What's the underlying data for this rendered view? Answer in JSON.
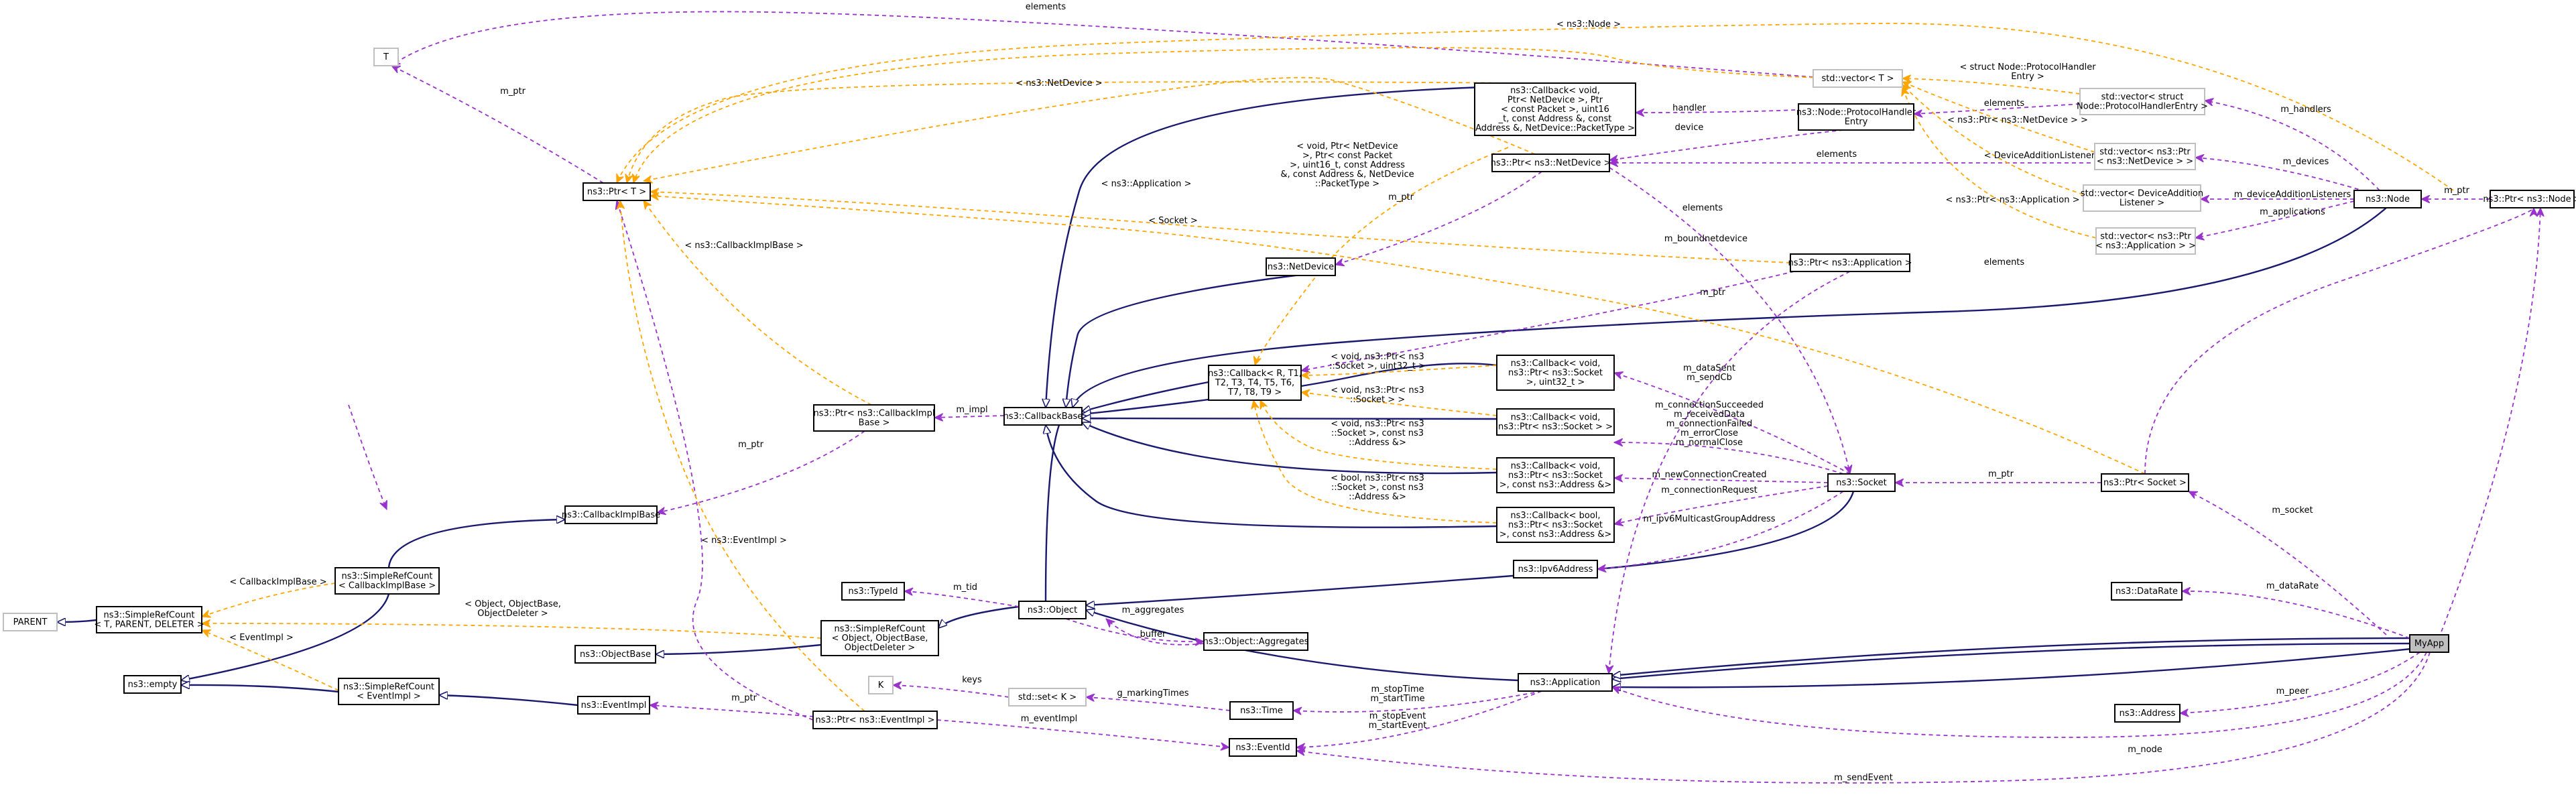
{
  "diagram": {
    "nodes": [
      {
        "id": "myapp",
        "lines": [
          "MyApp"
        ],
        "focus": true
      },
      {
        "id": "application",
        "lines": [
          "ns3::Application"
        ]
      },
      {
        "id": "object",
        "lines": [
          "ns3::Object"
        ]
      },
      {
        "id": "srcobj",
        "lines": [
          "ns3::SimpleRefCount",
          "< Object, ObjectBase,",
          "ObjectDeleter >"
        ]
      },
      {
        "id": "objectbase",
        "lines": [
          "ns3::ObjectBase"
        ]
      },
      {
        "id": "srcgen",
        "lines": [
          "ns3::SimpleRefCount",
          "< T, PARENT, DELETER >"
        ]
      },
      {
        "id": "parent",
        "lines": [
          "PARENT"
        ],
        "dim": true
      },
      {
        "id": "empty",
        "lines": [
          "ns3::empty"
        ]
      },
      {
        "id": "srccib",
        "lines": [
          "ns3::SimpleRefCount",
          "< CallbackImplBase >"
        ]
      },
      {
        "id": "srcevi",
        "lines": [
          "ns3::SimpleRefCount",
          "< EventImpl >"
        ]
      },
      {
        "id": "cib",
        "lines": [
          "ns3::CallbackImplBase"
        ]
      },
      {
        "id": "ptrcib",
        "lines": [
          "ns3::Ptr< ns3::CallbackImpl",
          "Base >"
        ]
      },
      {
        "id": "callbackbase",
        "lines": [
          "ns3::CallbackBase"
        ]
      },
      {
        "id": "ptrT",
        "lines": [
          "ns3::Ptr< T >"
        ]
      },
      {
        "id": "T",
        "lines": [
          "T"
        ],
        "dim": true
      },
      {
        "id": "typeid",
        "lines": [
          "ns3::TypeId"
        ]
      },
      {
        "id": "aggregates",
        "lines": [
          "ns3::Object::Aggregates"
        ]
      },
      {
        "id": "eventimpl",
        "lines": [
          "ns3::EventImpl"
        ]
      },
      {
        "id": "ptrevi",
        "lines": [
          "ns3::Ptr< ns3::EventImpl >"
        ]
      },
      {
        "id": "K",
        "lines": [
          "K"
        ],
        "dim": true
      },
      {
        "id": "setK",
        "lines": [
          "std::set< K >"
        ],
        "dim": true
      },
      {
        "id": "time",
        "lines": [
          "ns3::Time"
        ]
      },
      {
        "id": "eventid",
        "lines": [
          "ns3::EventId"
        ]
      },
      {
        "id": "netdevice",
        "lines": [
          "ns3::NetDevice"
        ]
      },
      {
        "id": "cbgen",
        "lines": [
          "ns3::Callback< R, T1,",
          "T2, T3, T4, T5, T6,",
          "T7, T8, T9 >"
        ]
      },
      {
        "id": "cbrecv",
        "lines": [
          "ns3::Callback< void,",
          "Ptr< NetDevice >, Ptr",
          "< const Packet >, uint16",
          "_t, const Address &, const",
          "Address &, NetDevice::PacketType >"
        ]
      },
      {
        "id": "phe",
        "lines": [
          "ns3::Node::ProtocolHandler",
          "Entry"
        ]
      },
      {
        "id": "ptrnd",
        "lines": [
          "ns3::Ptr< ns3::NetDevice >"
        ]
      },
      {
        "id": "ptrapp",
        "lines": [
          "ns3::Ptr< ns3::Application >"
        ]
      },
      {
        "id": "cbsent",
        "lines": [
          "ns3::Callback< void,",
          "ns3::Ptr< ns3::Socket",
          ">, uint32_t >"
        ]
      },
      {
        "id": "cbsock",
        "lines": [
          "ns3::Callback< void,",
          "ns3::Ptr< ns3::Socket > >"
        ]
      },
      {
        "id": "cbsockaddr",
        "lines": [
          "ns3::Callback< void,",
          "ns3::Ptr< ns3::Socket",
          ">, const ns3::Address &>"
        ]
      },
      {
        "id": "cbbool",
        "lines": [
          "ns3::Callback< bool,",
          "ns3::Ptr< ns3::Socket",
          ">, const ns3::Address &>"
        ]
      },
      {
        "id": "ipv6",
        "lines": [
          "ns3::Ipv6Address"
        ]
      },
      {
        "id": "socket",
        "lines": [
          "ns3::Socket"
        ]
      },
      {
        "id": "ptrsocket",
        "lines": [
          "ns3::Ptr< Socket >"
        ]
      },
      {
        "id": "vecT",
        "lines": [
          "std::vector< T >"
        ],
        "dim": true
      },
      {
        "id": "vecphe",
        "lines": [
          "std::vector< struct",
          "Node::ProtocolHandlerEntry >"
        ],
        "dim": true
      },
      {
        "id": "vecnd",
        "lines": [
          "std::vector< ns3::Ptr",
          "< ns3::NetDevice > >"
        ],
        "dim": true
      },
      {
        "id": "vecdal",
        "lines": [
          "std::vector< DeviceAddition",
          "Listener >"
        ],
        "dim": true
      },
      {
        "id": "vecapp",
        "lines": [
          "std::vector< ns3::Ptr",
          "< ns3::Application > >"
        ],
        "dim": true
      },
      {
        "id": "node",
        "lines": [
          "ns3::Node"
        ]
      },
      {
        "id": "ptrnode",
        "lines": [
          "ns3::Ptr< ns3::Node >"
        ]
      },
      {
        "id": "datarate",
        "lines": [
          "ns3::DataRate"
        ]
      },
      {
        "id": "address",
        "lines": [
          "ns3::Address"
        ]
      }
    ],
    "edge_labels": [
      {
        "id": "el-elements-top",
        "text": "elements"
      },
      {
        "id": "el-nodeT",
        "text": "< ns3::Node >"
      },
      {
        "id": "el-mptr-T",
        "text": "m_ptr"
      },
      {
        "id": "el-netdevice-tpl",
        "text": "< ns3::NetDevice >"
      },
      {
        "id": "el-phe-entry",
        "text": "< struct Node::ProtocolHandler\nEntry >"
      },
      {
        "id": "el-handler",
        "text": "handler"
      },
      {
        "id": "el-device",
        "text": "device"
      },
      {
        "id": "el-elements-phe",
        "text": "elements"
      },
      {
        "id": "el-vecnd-tpl",
        "text": "< ns3::Ptr< ns3::NetDevice > >"
      },
      {
        "id": "el-dal-tpl",
        "text": "< DeviceAdditionListener >"
      },
      {
        "id": "el-elements-nd",
        "text": "elements"
      },
      {
        "id": "el-cbrecv-tpl",
        "text": "< void, Ptr< NetDevice\n>, Ptr< const Packet\n>, uint16_t, const Address\n&, const Address &, NetDevice\n::PacketType >"
      },
      {
        "id": "el-mptr-nd",
        "text": "m_ptr"
      },
      {
        "id": "el-app-tpl",
        "text": "< ns3::Application >"
      },
      {
        "id": "el-socket-tpl",
        "text": "< Socket >"
      },
      {
        "id": "el-vecapp-tpl",
        "text": "< ns3::Ptr< ns3::Application > >"
      },
      {
        "id": "el-elements-app",
        "text": "elements"
      },
      {
        "id": "el-m-handlers",
        "text": "m_handlers"
      },
      {
        "id": "el-m-devices",
        "text": "m_devices"
      },
      {
        "id": "el-m-dal",
        "text": "m_deviceAdditionListeners"
      },
      {
        "id": "el-m-apps",
        "text": "m_applications"
      },
      {
        "id": "el-mptr-node",
        "text": "m_ptr"
      },
      {
        "id": "el-cib-tpl",
        "text": "< ns3::CallbackImplBase >"
      },
      {
        "id": "el-elements-cbgen",
        "text": "elements"
      },
      {
        "id": "el-m-boundnd",
        "text": "m_boundnetdevice"
      },
      {
        "id": "el-mptr-app",
        "text": "m_ptr"
      },
      {
        "id": "el-cbsent-tpl",
        "text": "< void, ns3::Ptr< ns3\n::Socket >, uint32_t >"
      },
      {
        "id": "el-cbsock-tpl",
        "text": "< void, ns3::Ptr< ns3\n::Socket > >"
      },
      {
        "id": "el-cbsockaddr-tpl",
        "text": "< void, ns3::Ptr< ns3\n::Socket >, const ns3\n::Address &>"
      },
      {
        "id": "el-cbbool-tpl",
        "text": "< bool, ns3::Ptr< ns3\n::Socket >, const ns3\n::Address &>"
      },
      {
        "id": "el-m-impl",
        "text": "m_impl"
      },
      {
        "id": "el-mptr-cib",
        "text": "m_ptr"
      },
      {
        "id": "el-datasent",
        "text": "m_dataSent\nm_sendCb"
      },
      {
        "id": "el-conn",
        "text": "m_connectionSucceeded\nm_receivedData\nm_connectionFailed\nm_errorClose\nm_normalClose"
      },
      {
        "id": "el-newconn",
        "text": "m_newConnectionCreated"
      },
      {
        "id": "el-connreq",
        "text": "m_connectionRequest"
      },
      {
        "id": "el-ipv6mc",
        "text": "m_ipv6MulticastGroupAddress"
      },
      {
        "id": "el-mptr-socket",
        "text": "m_ptr"
      },
      {
        "id": "el-m-socket",
        "text": "m_socket"
      },
      {
        "id": "el-cib-base",
        "text": "< CallbackImplBase >"
      },
      {
        "id": "el-objbase-tpl",
        "text": "< Object, ObjectBase,\nObjectDeleter >"
      },
      {
        "id": "el-eventimpl-tpl",
        "text": "< EventImpl >"
      },
      {
        "id": "el-evi-tpl",
        "text": "< ns3::EventImpl >"
      },
      {
        "id": "el-m-tid",
        "text": "m_tid"
      },
      {
        "id": "el-m-aggr",
        "text": "m_aggregates"
      },
      {
        "id": "el-buffer",
        "text": "buffer"
      },
      {
        "id": "el-keys",
        "text": "keys"
      },
      {
        "id": "el-marking",
        "text": "g_markingTimes"
      },
      {
        "id": "el-mptr-evi",
        "text": "m_ptr"
      },
      {
        "id": "el-m-eventimpl",
        "text": "m_eventImpl"
      },
      {
        "id": "el-stoptime",
        "text": "m_stopTime\nm_startTime"
      },
      {
        "id": "el-stopevent",
        "text": "m_stopEvent\nm_startEvent"
      },
      {
        "id": "el-m-datarate",
        "text": "m_dataRate"
      },
      {
        "id": "el-m-peer",
        "text": "m_peer"
      },
      {
        "id": "el-m-node",
        "text": "m_node"
      },
      {
        "id": "el-m-sendevent",
        "text": "m_sendEvent"
      }
    ],
    "colors": {
      "inheritance": "#191970",
      "usage": "#9a32cd",
      "template": "#ffa500",
      "focus_fill": "#bfbfbf",
      "dim_border": "#bfbfbf"
    }
  }
}
